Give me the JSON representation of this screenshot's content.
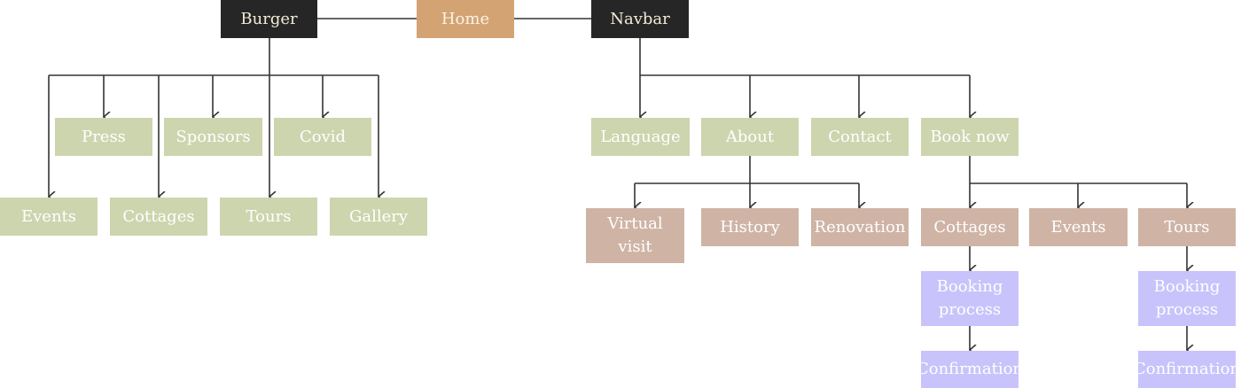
{
  "colors": {
    "dark": "#262626",
    "home": "#d4a373",
    "green": "#ccd5ae",
    "brown": "#cfb4a6",
    "purple": "#c8c3fb",
    "line": "#333333"
  },
  "nodes": {
    "home": "Home",
    "burger": "Burger",
    "navbar": "Navbar",
    "press": "Press",
    "sponsors": "Sponsors",
    "covid": "Covid",
    "burger_events": "Events",
    "burger_cottages": "Cottages",
    "burger_tours": "Tours",
    "gallery": "Gallery",
    "language": "Language",
    "about": "About",
    "contact": "Contact",
    "book_now": "Book now",
    "virtual_visit": "Virtual\nvisit",
    "history": "History",
    "renovation": "Renovation",
    "book_cottages": "Cottages",
    "book_events": "Events",
    "book_tours": "Tours",
    "cottages_booking_process": "Booking\nprocess",
    "tours_booking_process": "Booking\nprocess",
    "cottages_confirmation": "Confirmation",
    "tours_confirmation": "Confirmation"
  }
}
